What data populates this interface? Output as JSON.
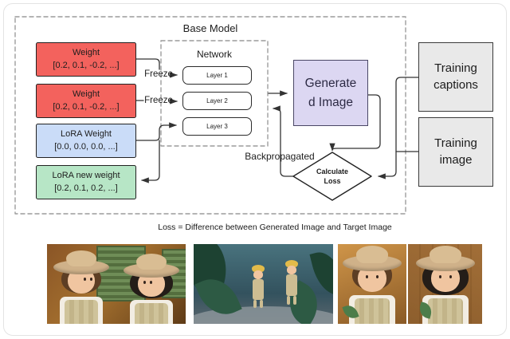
{
  "diagram": {
    "base_model_label": "Base Model",
    "network_label": "Network",
    "layers": [
      {
        "label": "Layer 1"
      },
      {
        "label": "Layer 2"
      },
      {
        "label": "Layer 3"
      }
    ],
    "weight_boxes": [
      {
        "title": "Weight",
        "values": "[0.2, 0.1, -0.2, ...]",
        "fill": "#f3625d"
      },
      {
        "title": "Weight",
        "values": "[0.2, 0.1, -0.2, ...]",
        "fill": "#f3625d"
      },
      {
        "title": "LoRA Weight",
        "values": "[0.0, 0.0, 0.0, ...]",
        "fill": "#cadcf8"
      },
      {
        "title": "LoRA new weight",
        "values": "[0.2, 0.1, 0.2, ...]",
        "fill": "#b7e6c6"
      }
    ],
    "freeze_labels": [
      "Freeze",
      "Freeze"
    ],
    "generated_image": {
      "line1": "Generate",
      "line2": "d Image",
      "fill": "#dcd7f2"
    },
    "backpropagated_label": "Backpropagated",
    "loss_diamond": {
      "line1": "Calculate",
      "line2": "Loss"
    },
    "training_boxes": [
      {
        "label": "Training captions"
      },
      {
        "label": "Training image"
      }
    ]
  },
  "caption": "Loss = Difference between Generated Image and Target Image",
  "gallery": [
    {
      "description": "Two cartoon explorer kids in safari hats facing each other in warm interior"
    },
    {
      "description": "Two kids wearing yellow helmets standing on a path in a teal jungle"
    },
    {
      "description": "Portrait of boy explorer in safari hat holding a small plant"
    },
    {
      "description": "Portrait of girl explorer in safari hat beside wooden fence"
    }
  ]
}
